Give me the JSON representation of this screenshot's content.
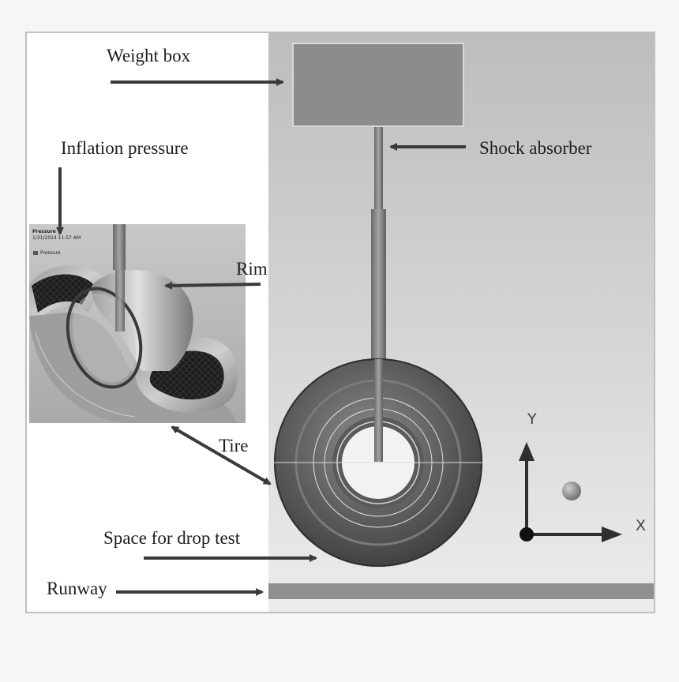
{
  "labels": {
    "weight_box": "Weight box",
    "inflation_pressure": "Inflation pressure",
    "shock_absorber": "Shock absorber",
    "rim": "Rim",
    "tire": "Tire",
    "space_for_drop_test": "Space for drop test",
    "runway": "Runway"
  },
  "inset": {
    "title": "Pressure",
    "timestamp": "1/31/2014 11:57 AM",
    "legend_item": "Pressure"
  },
  "axes": {
    "x": "X",
    "y": "Y"
  },
  "colors": {
    "weight_box": "#8c8c8c",
    "runway": "#8f8f8f",
    "arrow": "#3a3a3a",
    "tire": "#5a5a5a"
  }
}
